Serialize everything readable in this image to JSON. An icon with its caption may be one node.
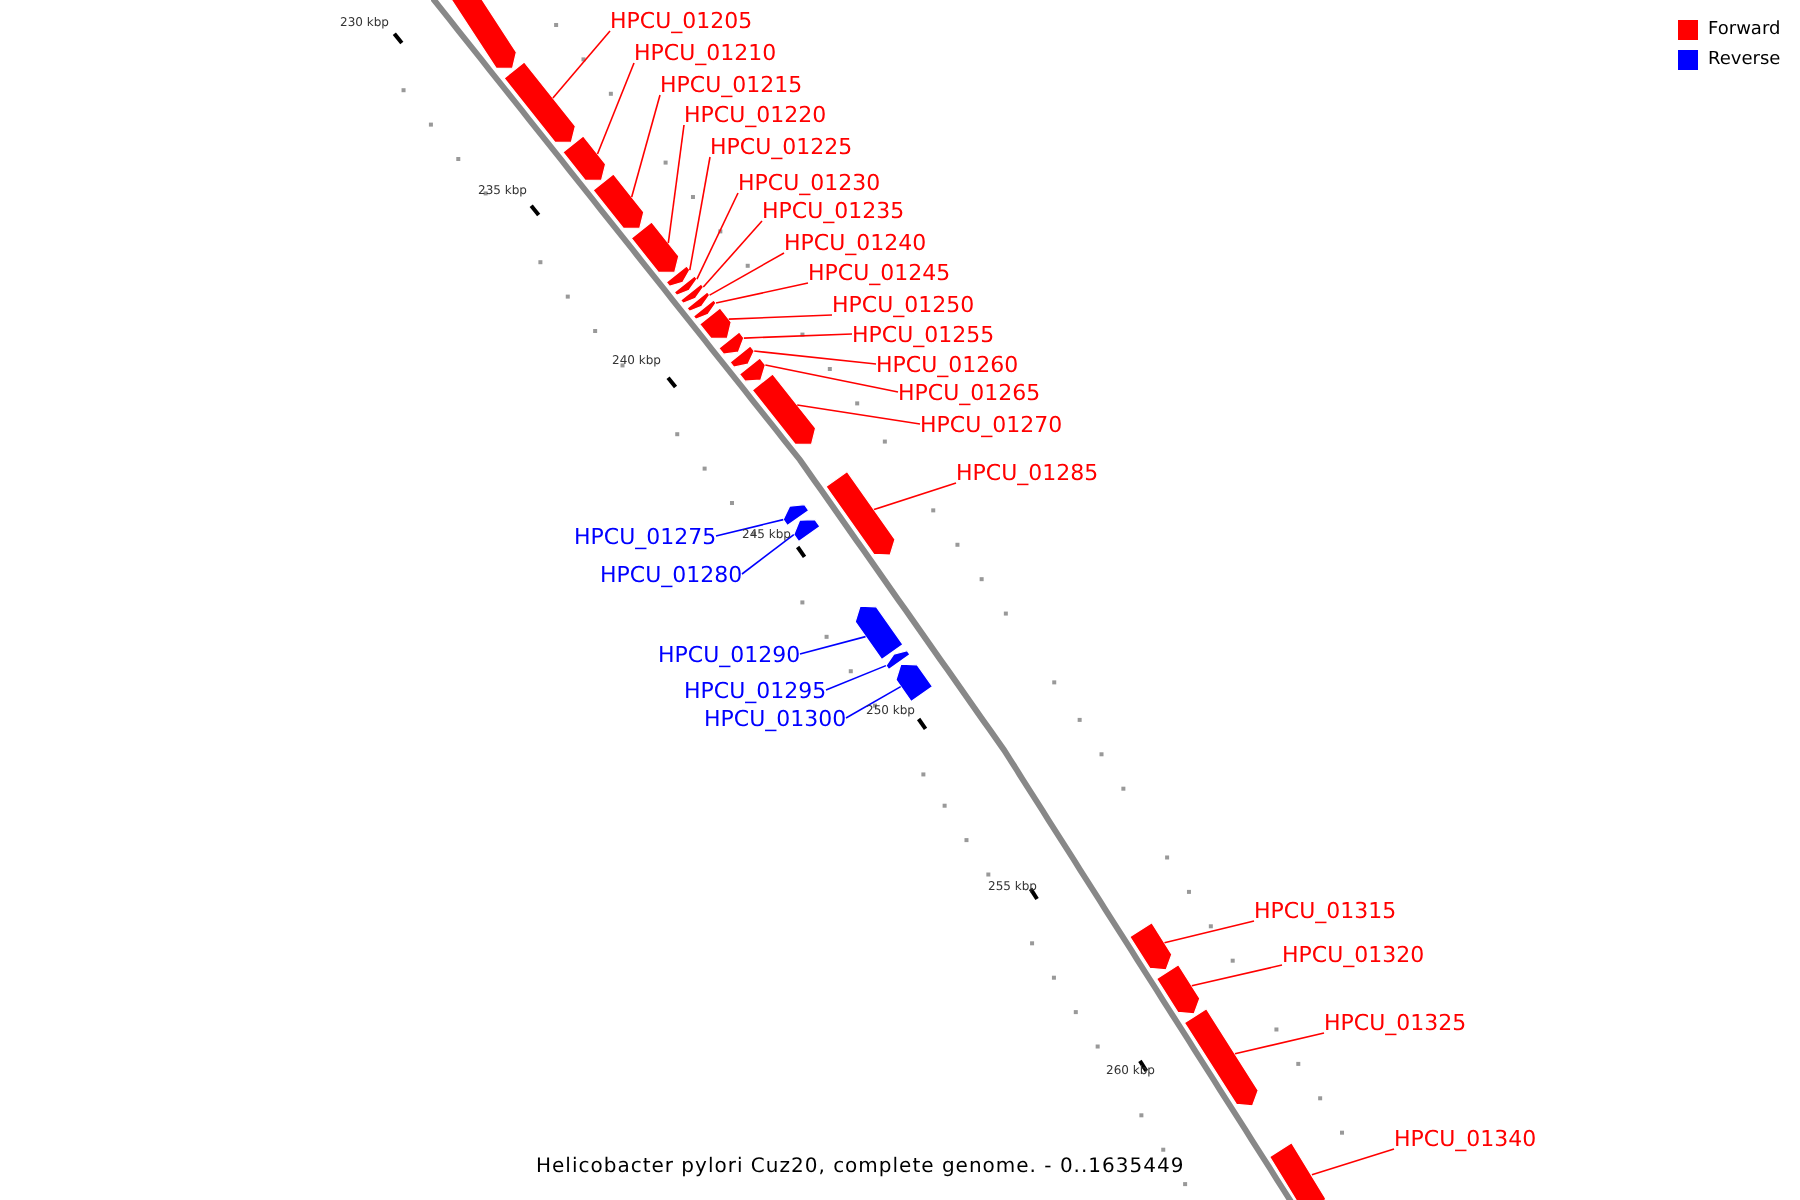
{
  "diagram": {
    "caption": "Helicobacter pylori Cuz20, complete genome. - 0..1635449",
    "nodes": [
      {
        "text": [],
        "shape": "bar"
      },
      {
        "text": [
          "HPCU_01205"
        ]
      },
      {
        "text": [],
        "shape": "bar"
      },
      {
        "text": [
          "HPCU_01210"
        ]
      },
      {
        "text": [],
        "shape": "bar"
      },
      {
        "text": [
          "HPCU_01215"
        ]
      },
      {
        "text": [],
        "shape": "bar"
      },
      {
        "text": [
          "HPCU_01220"
        ]
      },
      {
        "text": [],
        "shape": "bar"
      },
      {
        "text": [
          "HPCU_01225"
        ]
      },
      {
        "text": [],
        "shape": "bar"
      },
      {
        "text": [
          "HPCU_01230"
        ]
      },
      {
        "text": [],
        "shape": "bar"
      },
      {
        "text": [
          "HPCU_01235"
        ]
      },
      {
        "text": [],
        "shape": "bar"
      },
      {
        "text": [
          "HPCU_01240"
        ]
      },
      {
        "text": [],
        "shape": "bar"
      },
      {
        "text": [
          "HPCU_01245"
        ]
      },
      {
        "text": [],
        "shape": "bar"
      },
      {
        "text": [
          "HPCU_01250"
        ]
      },
      {
        "text": [],
        "shape": "bar"
      },
      {
        "text": [
          "HPCU_01255"
        ]
      },
      {
        "text": [],
        "shape": "bar"
      },
      {
        "text": [
          "HPCU_01260"
        ]
      },
      {
        "text": [],
        "shape": "bar"
      },
      {
        "text": [
          "HPCU_01265"
        ]
      },
      {
        "text": [],
        "shape": "bar"
      },
      {
        "text": [
          "HPCU_01270"
        ]
      },
      {
        "text": [],
        "shape": "bar"
      },
      {
        "text": [
          "HPCU_01285"
        ]
      },
      {
        "text": [],
        "shape": "bar"
      },
      {
        "text": [
          "HPCU_01275"
        ]
      },
      {
        "text": [],
        "shape": "bar"
      },
      {
        "text": [
          "HPCU_01280"
        ]
      },
      {
        "text": [],
        "shape": "bar"
      },
      {
        "text": [
          "HPCU_01290"
        ]
      },
      {
        "text": [],
        "shape": "bar"
      },
      {
        "text": [
          "HPCU_01295"
        ]
      },
      {
        "text": [],
        "shape": "bar"
      },
      {
        "text": [
          "HPCU_01300"
        ]
      },
      {
        "text": [],
        "shape": "bar"
      },
      {
        "text": [
          "HPCU_01315"
        ]
      },
      {
        "text": [],
        "shape": "bar"
      },
      {
        "text": [
          "HPCU_01320"
        ]
      },
      {
        "text": [],
        "shape": "bar"
      },
      {
        "text": [
          "HPCU_01325"
        ]
      },
      {
        "text": [],
        "shape": "bar"
      },
      {
        "text": [
          "HPCU_01340"
        ]
      },
      {
        "text": [],
        "shape": "bar"
      }
    ],
    "edges": [
      {
        "from": 1,
        "to": 2,
        "arrow": "none"
      },
      {
        "from": 3,
        "to": 4,
        "arrow": "none"
      },
      {
        "from": 5,
        "to": 6,
        "arrow": "none"
      },
      {
        "from": 7,
        "to": 8,
        "arrow": "none"
      },
      {
        "from": 9,
        "to": 10,
        "arrow": "none"
      },
      {
        "from": 11,
        "to": 12,
        "arrow": "none"
      },
      {
        "from": 13,
        "to": 14,
        "arrow": "none"
      },
      {
        "from": 15,
        "to": 16,
        "arrow": "none"
      },
      {
        "from": 17,
        "to": 18,
        "arrow": "none"
      },
      {
        "from": 19,
        "to": 20,
        "arrow": "none"
      },
      {
        "from": 21,
        "to": 22,
        "arrow": "none"
      },
      {
        "from": 23,
        "to": 24,
        "arrow": "none"
      },
      {
        "from": 25,
        "to": 26,
        "arrow": "none"
      },
      {
        "from": 27,
        "to": 28,
        "arrow": "none"
      },
      {
        "from": 29,
        "to": 30,
        "arrow": "none"
      },
      {
        "from": 31,
        "to": 32,
        "arrow": "none",
        "color": "#0000ff"
      },
      {
        "from": 33,
        "to": 34,
        "arrow": "none",
        "color": "#0000ff"
      },
      {
        "from": 35,
        "to": 36,
        "arrow": "none",
        "color": "#0000ff"
      },
      {
        "from": 37,
        "to": 38,
        "arrow": "none",
        "color": "#0000ff"
      },
      {
        "from": 39,
        "to": 40,
        "arrow": "none",
        "color": "#0000ff"
      },
      {
        "from": 41,
        "to": 42,
        "arrow": "none"
      },
      {
        "from": 43,
        "to": 44,
        "arrow": "none"
      },
      {
        "from": 45,
        "to": 46,
        "arrow": "none"
      },
      {
        "from": 47,
        "to": 48,
        "arrow": "none"
      }
    ],
    "labels": [
      "230 kbp",
      "235 kbp",
      "240 kbp",
      "245 kbp",
      "250 kbp",
      "255 kbp",
      "260 kbp"
    ],
    "legend": [
      {
        "text": "Forward",
        "color": "#ff0000"
      },
      {
        "text": "Reverse",
        "color": "#0000ff"
      }
    ]
  }
}
